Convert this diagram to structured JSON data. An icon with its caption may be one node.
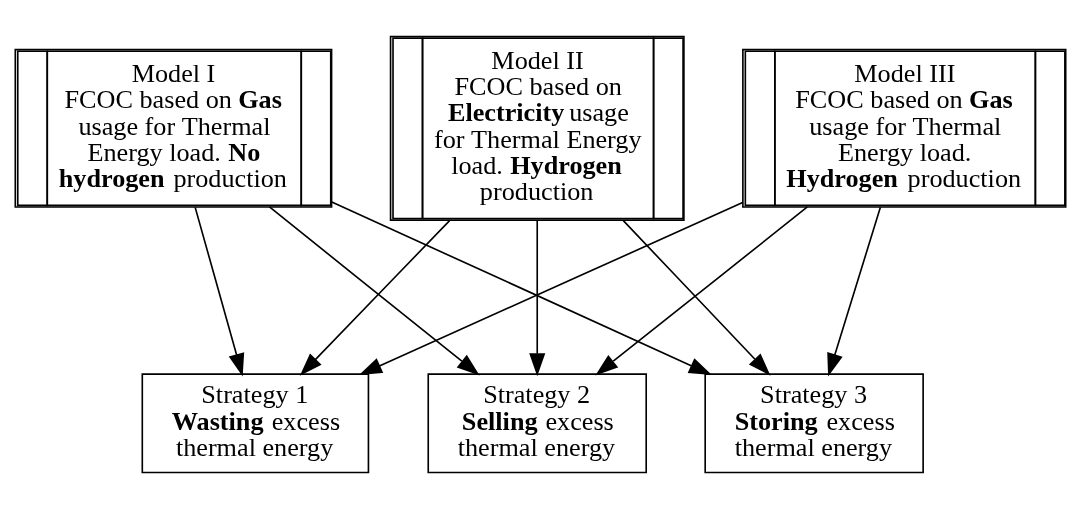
{
  "diagram": {
    "nodes": [
      {
        "text": [
          "Model I",
          "FCOC based on **Gas** usage for Thermal Energy load. **No hydrogen** production"
        ]
      },
      {
        "text": [
          "Model II",
          "FCOC based on **Electricity** usage for Thermal Energy load. **Hydrogen** production"
        ]
      },
      {
        "text": [
          "Model III",
          "FCOC based on **Gas** usage for Thermal Energy load. **Hydrogen** production"
        ]
      },
      {
        "text": [
          "Strategy 1",
          "**Wasting** excess thermal energy"
        ]
      },
      {
        "text": [
          "Strategy 2",
          "**Selling** excess thermal energy"
        ]
      },
      {
        "text": [
          "Strategy 3",
          "**Storing** excess thermal energy"
        ]
      }
    ],
    "edges": [
      {
        "from": 0,
        "to": 3,
        "arrow": "to"
      },
      {
        "from": 0,
        "to": 4,
        "arrow": "to"
      },
      {
        "from": 0,
        "to": 5,
        "arrow": "to"
      },
      {
        "from": 1,
        "to": 3,
        "arrow": "to"
      },
      {
        "from": 1,
        "to": 4,
        "arrow": "to"
      },
      {
        "from": 1,
        "to": 5,
        "arrow": "to"
      },
      {
        "from": 2,
        "to": 3,
        "arrow": "to"
      },
      {
        "from": 2,
        "to": 4,
        "arrow": "to"
      },
      {
        "from": 2,
        "to": 5,
        "arrow": "to"
      }
    ]
  }
}
